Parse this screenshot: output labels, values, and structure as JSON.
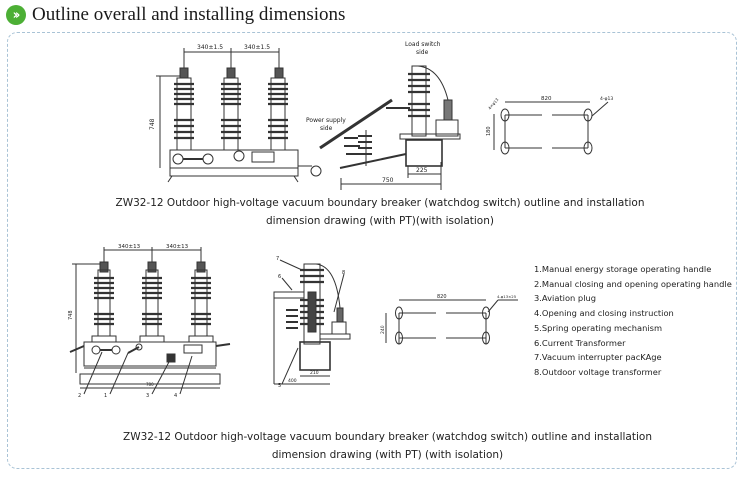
{
  "header": {
    "icon": "double-chevron-right-icon",
    "icon_color": "#4caf35",
    "title": "Outline overall and installing dimensions"
  },
  "drawing1": {
    "front": {
      "spacing_left": "340±1.5",
      "spacing_right": "340±1.5",
      "height": "748"
    },
    "side": {
      "load_label": "Load switch side",
      "power_label": "Power supply side",
      "width_total": "750",
      "width_base": "225"
    },
    "mount": {
      "length": "820",
      "width": "180",
      "hole_left": "4×φ13",
      "hole_right": "4-φ13"
    },
    "caption_line1": "ZW32-12 Outdoor high-voltage vacuum boundary breaker (watchdog switch) outline and installation",
    "caption_line2": "dimension drawing (with PT)(with isolation)"
  },
  "drawing2": {
    "front": {
      "spacing_left": "340±13",
      "spacing_right": "340±13",
      "height": "748",
      "base": "780",
      "callouts": [
        "2",
        "1",
        "3",
        "4"
      ]
    },
    "side": {
      "callouts": [
        "7",
        "6",
        "8",
        "5"
      ],
      "width_inner": "210",
      "width_outer": "400"
    },
    "mount": {
      "length": "820",
      "width": "240",
      "hole": "4-φ13×25"
    },
    "legend": [
      "1.Manual energy storage operating handle",
      "2.Manual closing and opening operating handle",
      "3.Aviation plug",
      "4.Opening and closing instruction",
      "5.Spring operating mechanism",
      "6.Current Transformer",
      "7.Vacuum interrupter pacKAge",
      "8.Outdoor voltage transformer"
    ],
    "caption_line1": "ZW32-12 Outdoor high-voltage vacuum boundary breaker (watchdog switch) outline and installation",
    "caption_line2": "dimension drawing (with PT) (with isolation)"
  }
}
